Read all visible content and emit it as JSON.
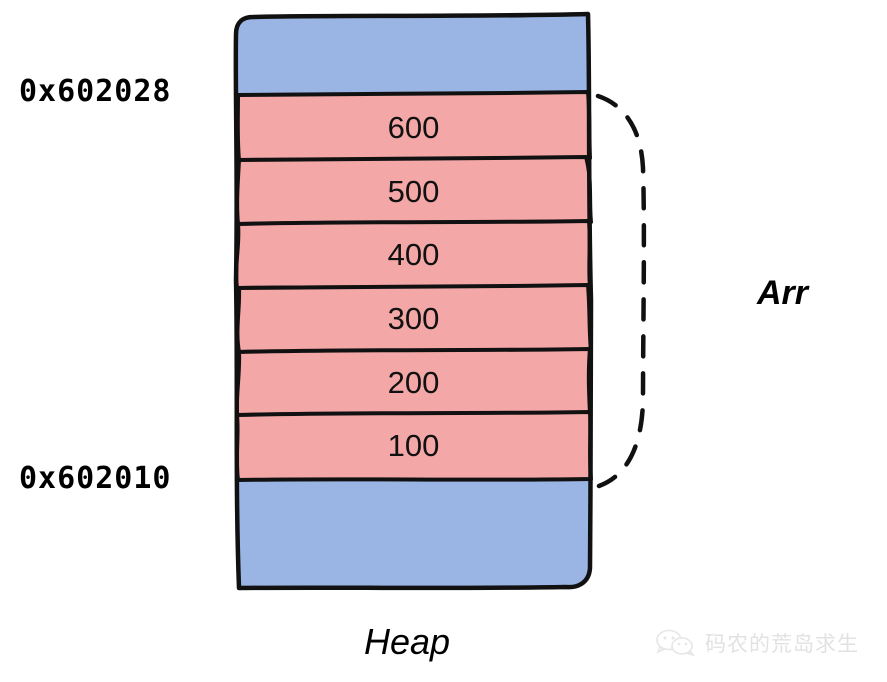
{
  "diagram": {
    "title_label": "Heap",
    "pointer_label": "Arr",
    "address_top": "0x602028",
    "address_bottom": "0x602010",
    "colors": {
      "heap_free": "#9ab4e3",
      "array_cell": "#f4a7a7",
      "stroke": "#000000",
      "watermark": "#e2e2e2"
    },
    "cells": [
      {
        "value": "600"
      },
      {
        "value": "500"
      },
      {
        "value": "400"
      },
      {
        "value": "300"
      },
      {
        "value": "200"
      },
      {
        "value": "100"
      }
    ],
    "watermark": {
      "icon": "wechat-icon",
      "text": "码农的荒岛求生"
    }
  }
}
